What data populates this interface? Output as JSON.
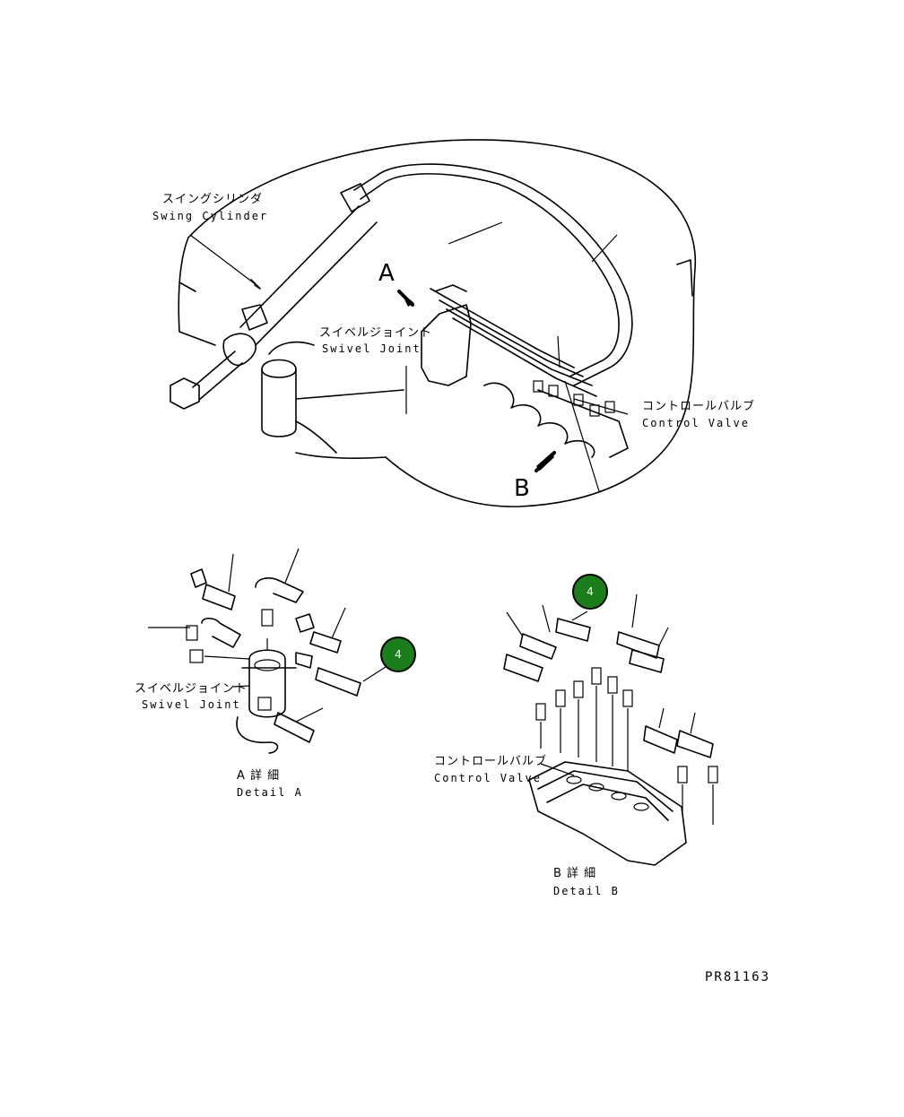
{
  "main_view": {
    "swing_cylinder": {
      "jp": "スイングシリンダ",
      "en": "Swing Cylinder"
    },
    "swivel_joint": {
      "jp": "スイベルジョイント",
      "en": "Swivel Joint"
    },
    "control_valve": {
      "jp": "コントロールバルブ",
      "en": "Control Valve"
    },
    "arrow_a": "A",
    "arrow_b": "B"
  },
  "detail_a": {
    "swivel_joint": {
      "jp": "スイベルジョイント",
      "en": "Swivel Joint"
    },
    "title_jp": "A 詳 細",
    "title_en": "Detail A",
    "callout": "4"
  },
  "detail_b": {
    "control_valve": {
      "jp": "コントロールバルブ",
      "en": "Control Valve"
    },
    "title_jp": "B 詳 細",
    "title_en": "Detail B",
    "callout": "4"
  },
  "drawing_code": "PR81163",
  "colors": {
    "callout": "#1a7f1a",
    "line": "#000000",
    "background": "#ffffff"
  }
}
